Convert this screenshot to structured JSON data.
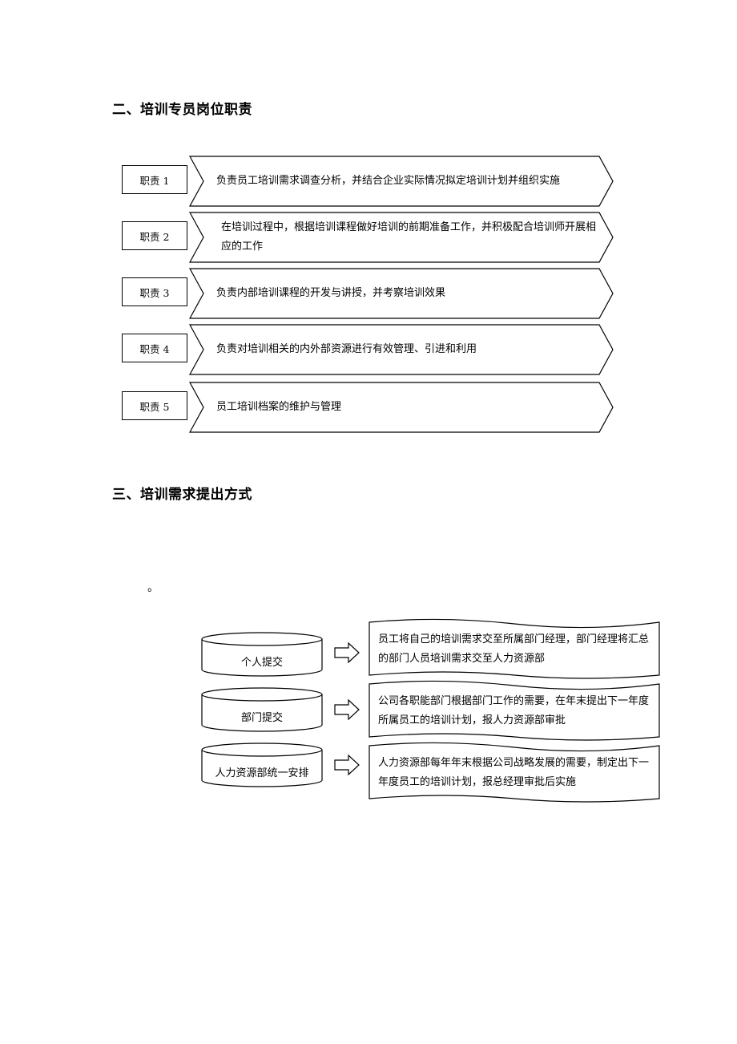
{
  "section2": {
    "title": "二、培训专员岗位职责",
    "duties": [
      {
        "label": "职责 1",
        "text": "负责员工培训需求调查分析，并结合企业实际情况拟定培训计划并组织实施"
      },
      {
        "label": "职责 2",
        "text": "在培训过程中，根据培训课程做好培训的前期准备工作，并积极配合培训师开展相应的工作"
      },
      {
        "label": "职责 3",
        "text": "负责内部培训课程的开发与讲授，并考察培训效果"
      },
      {
        "label": "职责 4",
        "text": "负责对培训相关的内外部资源进行有效管理、引进和利用"
      },
      {
        "label": "职责 5",
        "text": "员工培训档案的维护与管理"
      }
    ]
  },
  "section3": {
    "title": "三、培训需求提出方式",
    "stray_mark": "。",
    "rows": [
      {
        "source": "个人提交",
        "desc": "员工将自己的培训需求交至所属部门经理，部门经理将汇总的部门人员培训需求交至人力资源部"
      },
      {
        "source": "部门提交",
        "desc": "公司各职能部门根据部门工作的需要，在年末提出下一年度所属员工的培训计划，报人力资源部审批"
      },
      {
        "source": "人力资源部统一安排",
        "desc": "人力资源部每年年末根据公司战略发展的需要，制定出下一年度员工的培训计划，报总经理审批后实施"
      }
    ]
  }
}
